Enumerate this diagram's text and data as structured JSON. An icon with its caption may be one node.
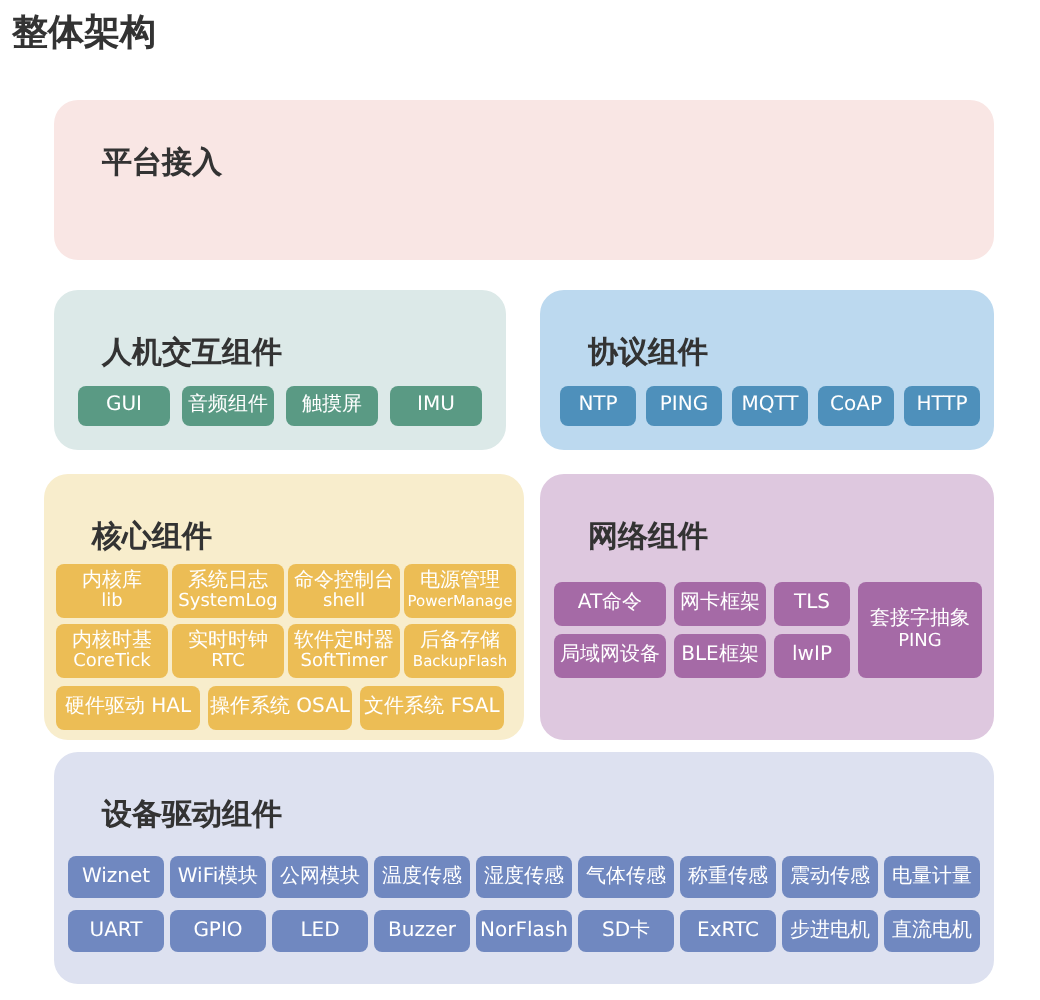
{
  "diagram": {
    "title": "整体架构",
    "nodes": [
      {
        "text": [
          "平台接入"
        ]
      },
      {
        "text": [
          "人机交互组件"
        ]
      },
      {
        "text": [
          "GUI"
        ],
        "in": 1
      },
      {
        "text": [
          "音频组件"
        ],
        "in": 1
      },
      {
        "text": [
          "触摸屏"
        ],
        "in": 1
      },
      {
        "text": [
          "IMU"
        ],
        "in": 1
      },
      {
        "text": [
          "协议组件"
        ]
      },
      {
        "text": [
          "NTP"
        ],
        "in": 6
      },
      {
        "text": [
          "PING"
        ],
        "in": 6
      },
      {
        "text": [
          "MQTT"
        ],
        "in": 6
      },
      {
        "text": [
          "CoAP"
        ],
        "in": 6
      },
      {
        "text": [
          "HTTP"
        ],
        "in": 6
      },
      {
        "text": [
          "核心组件"
        ]
      },
      {
        "text": [
          "内核库",
          "lib"
        ],
        "in": 12
      },
      {
        "text": [
          "系统日志",
          "SystemLog"
        ],
        "in": 12
      },
      {
        "text": [
          "命令控制台",
          "shell"
        ],
        "in": 12
      },
      {
        "text": [
          "电源管理",
          "PowerManage"
        ],
        "in": 12
      },
      {
        "text": [
          "内核时基",
          "CoreTick"
        ],
        "in": 12
      },
      {
        "text": [
          "实时时钟",
          "RTC"
        ],
        "in": 12
      },
      {
        "text": [
          "软件定时器",
          "SoftTimer"
        ],
        "in": 12
      },
      {
        "text": [
          "后备存储",
          "BackupFlash"
        ],
        "in": 12
      },
      {
        "text": [
          "硬件驱动 HAL"
        ],
        "in": 12
      },
      {
        "text": [
          "操作系统 OSAL"
        ],
        "in": 12
      },
      {
        "text": [
          "文件系统 FSAL"
        ],
        "in": 12
      },
      {
        "text": [
          "网络组件"
        ]
      },
      {
        "text": [
          "AT命令"
        ],
        "in": 24
      },
      {
        "text": [
          "网卡框架"
        ],
        "in": 24
      },
      {
        "text": [
          "TLS"
        ],
        "in": 24
      },
      {
        "text": [
          "套接字抽象",
          "PING"
        ],
        "in": 24
      },
      {
        "text": [
          "局域网设备"
        ],
        "in": 24
      },
      {
        "text": [
          "BLE框架"
        ],
        "in": 24
      },
      {
        "text": [
          "lwIP"
        ],
        "in": 24
      },
      {
        "text": [
          "设备驱动组件"
        ]
      },
      {
        "text": [
          "Wiznet"
        ],
        "in": 32
      },
      {
        "text": [
          "WiFi模块"
        ],
        "in": 32
      },
      {
        "text": [
          "公网模块"
        ],
        "in": 32
      },
      {
        "text": [
          "温度传感"
        ],
        "in": 32
      },
      {
        "text": [
          "湿度传感"
        ],
        "in": 32
      },
      {
        "text": [
          "气体传感"
        ],
        "in": 32
      },
      {
        "text": [
          "称重传感"
        ],
        "in": 32
      },
      {
        "text": [
          "震动传感"
        ],
        "in": 32
      },
      {
        "text": [
          "电量计量"
        ],
        "in": 32
      },
      {
        "text": [
          "UART"
        ],
        "in": 32
      },
      {
        "text": [
          "GPIO"
        ],
        "in": 32
      },
      {
        "text": [
          "LED"
        ],
        "in": 32
      },
      {
        "text": [
          "Buzzer"
        ],
        "in": 32
      },
      {
        "text": [
          "NorFlash"
        ],
        "in": 32
      },
      {
        "text": [
          "SD卡"
        ],
        "in": 32
      },
      {
        "text": [
          "ExRTC"
        ],
        "in": 32
      },
      {
        "text": [
          "步进电机"
        ],
        "in": 32
      },
      {
        "text": [
          "直流电机"
        ],
        "in": 32
      }
    ]
  }
}
